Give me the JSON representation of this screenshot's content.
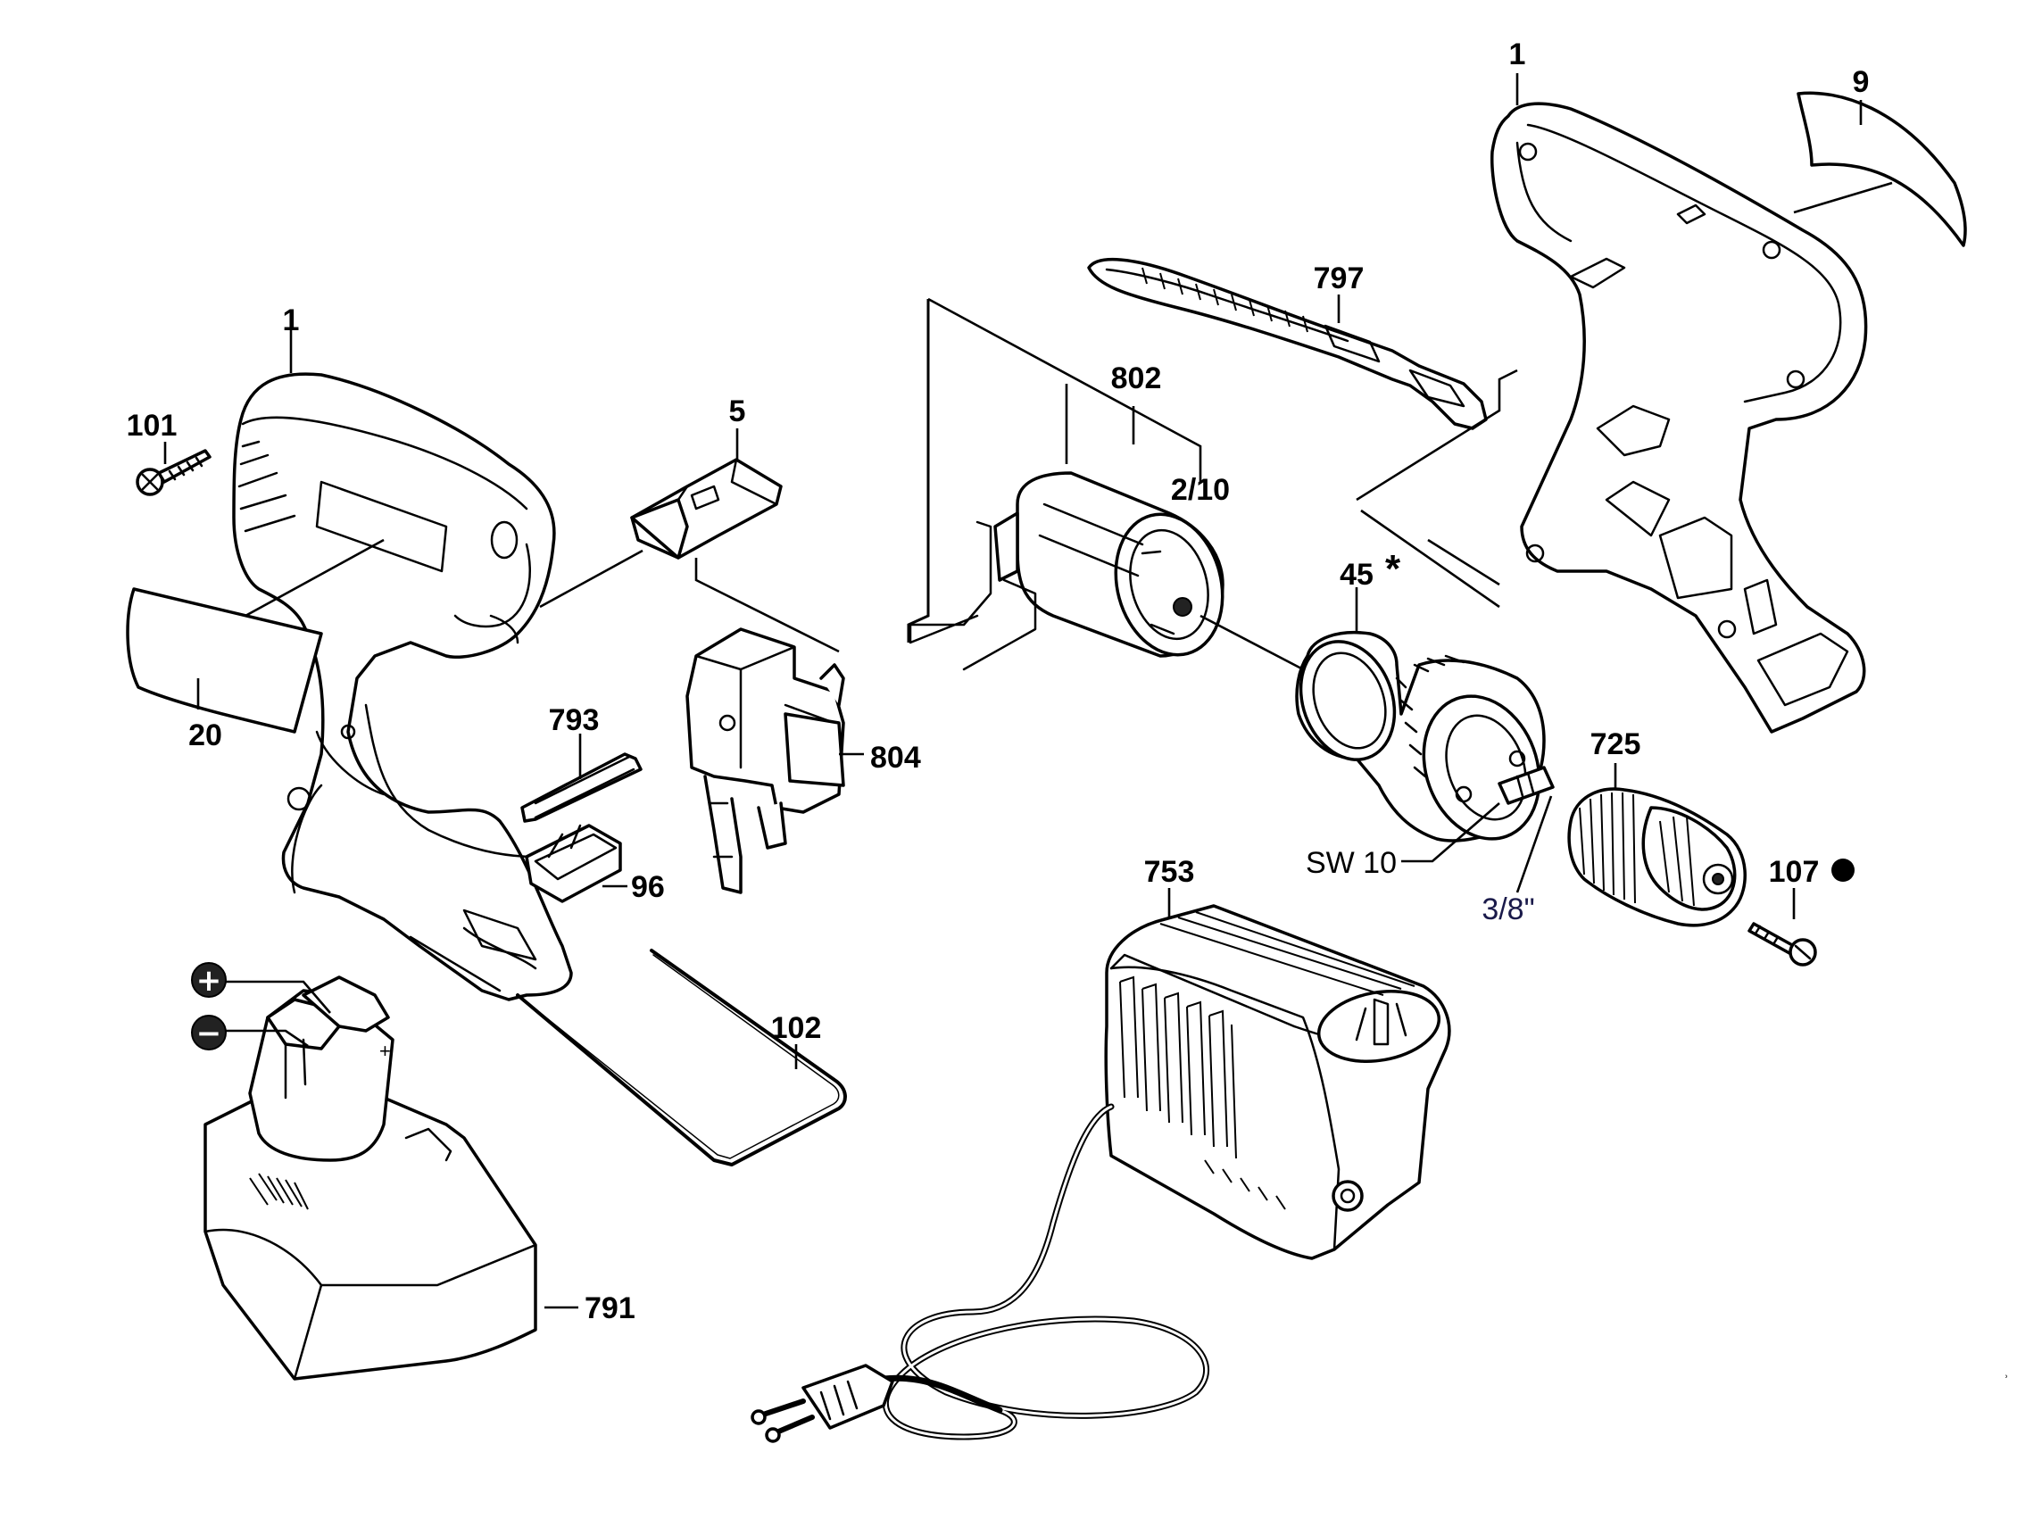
{
  "labels": {
    "housing_right": "1",
    "nameplate_right": "9",
    "housing_left": "1",
    "screw_101": "101",
    "switch_slider": "5",
    "nameplate_left": "20",
    "bit": "793",
    "bit_holder": "96",
    "switch": "804",
    "strap": "797",
    "motor_group": "802",
    "motor": "2/10",
    "gearbox": "45",
    "gearbox_mark": "*",
    "chuck": "725",
    "screw_107": "107",
    "spindle_sw": "SW 10",
    "spindle_thread": "3/8\"",
    "charger": "753",
    "wire": "102",
    "battery": "791",
    "corner_mark": "˒"
  },
  "battery_terminals": {
    "plus": "+",
    "minus": "−"
  }
}
